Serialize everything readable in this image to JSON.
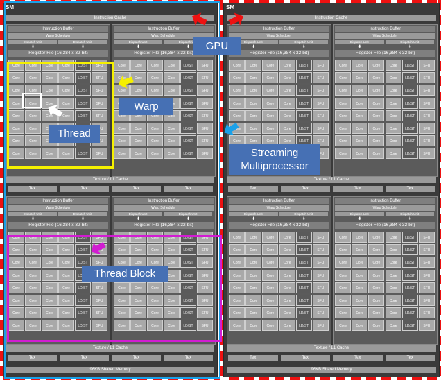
{
  "sm_label": "SM",
  "instruction_cache": "Instruction Cache",
  "instruction_buffer": "Instruction Buffer",
  "warp_scheduler": "Warp Scheduler",
  "dispatch_unit": "Dispatch Unit",
  "register_file": "Register File (16,384 x 32-bit)",
  "core": "Core",
  "ldst": "LD/ST",
  "sfu": "SFU",
  "texture_cache": "Texture / L1 Cache",
  "tex": "Tex",
  "shared_memory": "96KB Shared Memory",
  "labels": {
    "gpu": "GPU",
    "warp": "Warp",
    "thread": "Thread",
    "sm": "Streaming\nMultiprocessor",
    "thread_block": "Thread Block"
  },
  "colors": {
    "dashed_border": "#e11",
    "label_box": "#4670b4",
    "thread_highlight": "#f5f000",
    "block_highlight": "#d21cd2",
    "sm_highlight": "#1aa0e8",
    "gpu_arrow": "#e11"
  }
}
